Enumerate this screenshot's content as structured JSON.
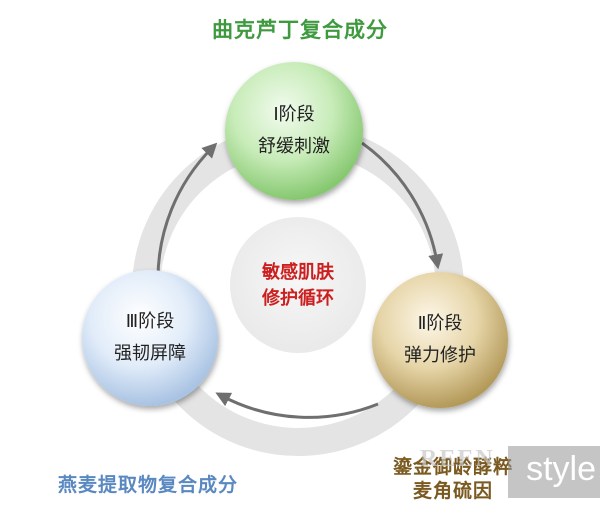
{
  "diagram": {
    "title_top": "曲克芦丁复合成分",
    "title_bottom_left": "燕麦提取物复合成分",
    "title_bottom_right": [
      "鎏金御龄酵粹",
      "麦角硫因"
    ],
    "center": [
      "敏感肌肤",
      "修护循环"
    ],
    "stages": [
      {
        "stage": "Ⅰ阶段",
        "desc": "舒缓刺激",
        "color": "#9fd88e"
      },
      {
        "stage": "Ⅱ阶段",
        "desc": "弹力修护",
        "color": "#d8c088"
      },
      {
        "stage": "Ⅲ阶段",
        "desc": "强韧屏障",
        "color": "#cfe0f5"
      }
    ],
    "colors": {
      "title_top": "#3f9a3f",
      "title_bottom_left": "#5a88c0",
      "title_bottom_right": "#7a5a20",
      "center_text": "#cc1f1f",
      "ring": "#e6e6e6",
      "arrow": "#777777"
    }
  },
  "watermark": {
    "text": "style",
    "small": "REEN"
  }
}
